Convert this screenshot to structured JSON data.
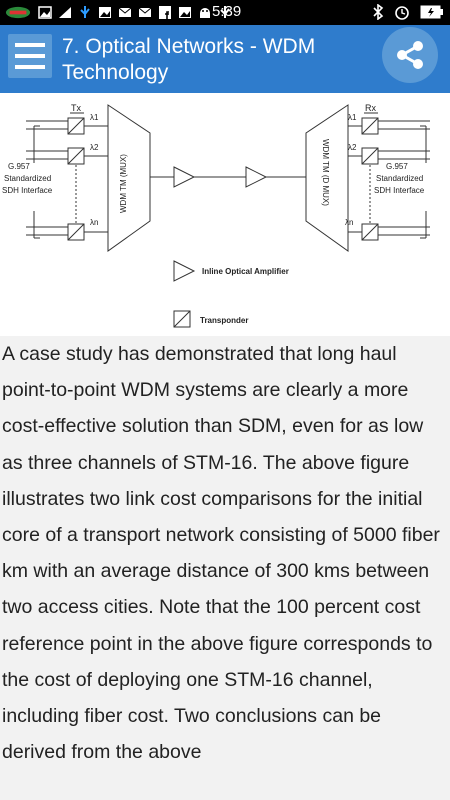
{
  "status_bar": {
    "time": "5:39",
    "left_icons": [
      "carrier-logo-icon",
      "image-icon",
      "signal-icon",
      "usb-icon",
      "image-icon",
      "mail-icon",
      "mail-icon",
      "facebook-icon",
      "image-icon",
      "android-icon",
      "usb-icon"
    ],
    "right_icons": [
      "bluetooth-icon",
      "alarm-icon",
      "battery-icon"
    ]
  },
  "app_bar": {
    "title": "7. Optical Networks - WDM Technology"
  },
  "diagram": {
    "left_sdh_label": [
      "G.957",
      "Standardized",
      "SDH Interface"
    ],
    "right_sdh_label": [
      "G.957",
      "Standardized",
      "SDH Interface"
    ],
    "tx_label": "Tx",
    "rx_label": "Rx",
    "lambda_1": "λ1",
    "lambda_2": "λ2",
    "lambda_n": "λn",
    "mux_label": "WDM TM (MUX)",
    "demux_label": "WDM TM (D MUX)",
    "legend_amplifier": "Inline Optical Amplifier",
    "legend_transponder": "Transponder"
  },
  "article": {
    "text": "A case study has demonstrated that long haul point-to-point WDM systems are clearly a more cost-effective solution than SDM, even for as low as three channels of STM-16. The above figure illustrates two link cost comparisons for the initial core of a transport network consisting of 5000 fiber km with an average distance of 300 kms between two access cities. Note that the 100 percent cost reference point in the above figure corresponds to the cost of deploying one STM-16 channel, including fiber cost. Two conclusions can be derived from the above"
  },
  "colors": {
    "app_bar": "#2f7ccc",
    "button_bg": "#5a9ad6",
    "content_bg": "#f2f2f2"
  }
}
